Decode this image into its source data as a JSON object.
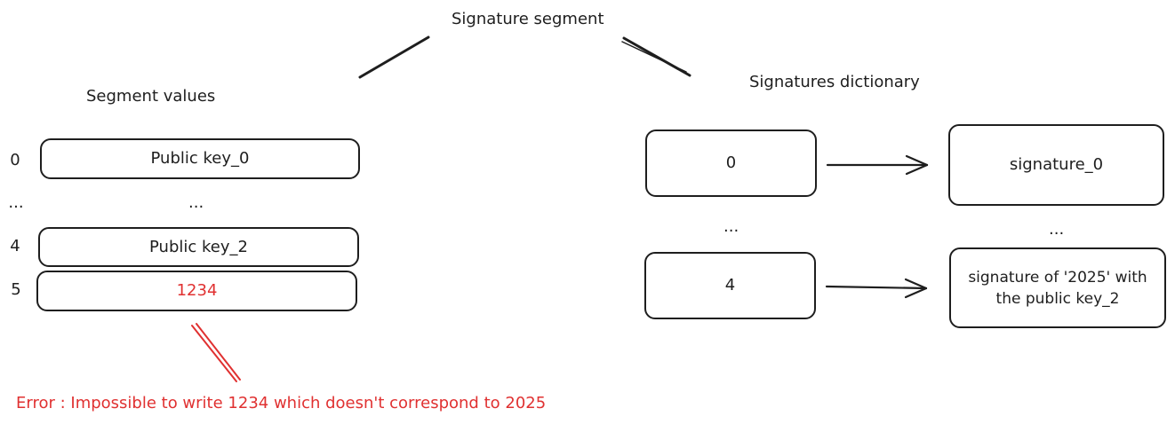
{
  "title": "Signature segment",
  "segment": {
    "label": "Segment values",
    "rows": [
      {
        "index": "0",
        "value": "Public key_0"
      },
      {
        "index": "...",
        "value": "..."
      },
      {
        "index": "4",
        "value": "Public key_2"
      },
      {
        "index": "5",
        "value": "1234"
      }
    ]
  },
  "dictionary": {
    "label": "Signatures dictionary",
    "entries": [
      {
        "key": "0",
        "value": "signature_0"
      },
      {
        "key": "...",
        "value": "..."
      },
      {
        "key": "4",
        "value": "signature of '2025' with the public key_2"
      }
    ]
  },
  "error": "Error  : Impossible to write 1234 which doesn't correspond to 2025",
  "colors": {
    "ink": "#1e1e1e",
    "error": "#e03131"
  }
}
